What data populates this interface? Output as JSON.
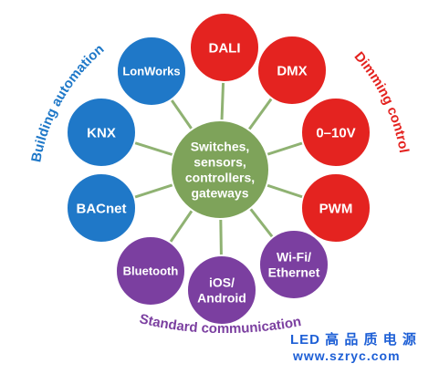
{
  "colors": {
    "building": "#1f78c8",
    "dimming": "#e42320",
    "communication": "#7b3fa0",
    "center": "#7ea35a",
    "spoke": "#8fb272",
    "watermark": "#1d5fd6"
  },
  "center": {
    "lines": [
      "Switches,",
      "sensors,",
      "controllers,",
      "gateways"
    ]
  },
  "nodes": [
    {
      "id": "dali",
      "group": "dimming",
      "lines": [
        "DALI"
      ]
    },
    {
      "id": "dmx",
      "group": "dimming",
      "lines": [
        "DMX"
      ]
    },
    {
      "id": "0-10v",
      "group": "dimming",
      "lines": [
        "0–10V"
      ]
    },
    {
      "id": "pwm",
      "group": "dimming",
      "lines": [
        "PWM"
      ]
    },
    {
      "id": "wifi-ethernet",
      "group": "communication",
      "lines": [
        "Wi-Fi/",
        "Ethernet"
      ]
    },
    {
      "id": "ios-android",
      "group": "communication",
      "lines": [
        "iOS/",
        "Android"
      ]
    },
    {
      "id": "bluetooth",
      "group": "communication",
      "lines": [
        "Bluetooth"
      ]
    },
    {
      "id": "bacnet",
      "group": "building",
      "lines": [
        "BACnet"
      ]
    },
    {
      "id": "knx",
      "group": "building",
      "lines": [
        "KNX"
      ]
    },
    {
      "id": "lonworks",
      "group": "building",
      "lines": [
        "LonWorks"
      ]
    }
  ],
  "arcs": {
    "building": "Building automation",
    "dimming": "Dimming control",
    "communication": "Standard communication"
  },
  "watermark": {
    "title": "LED 高 品 质 电 源",
    "url": "www.szryc.com"
  }
}
